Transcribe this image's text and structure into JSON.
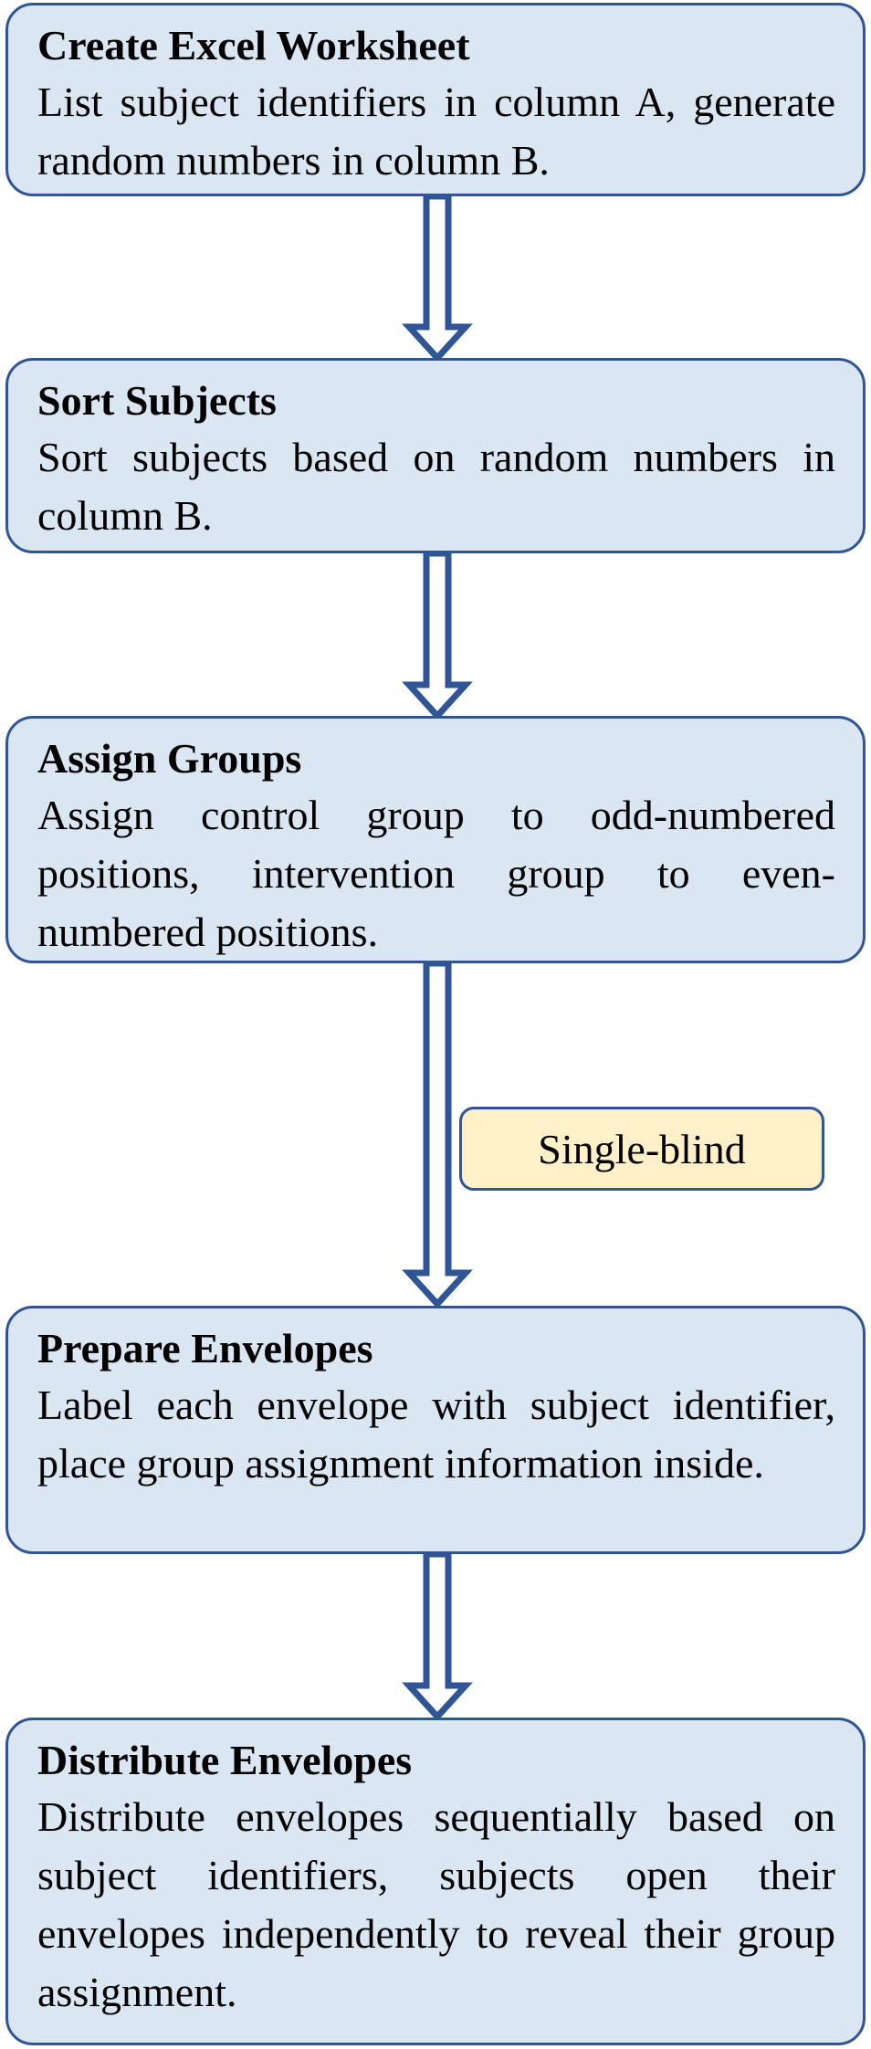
{
  "steps": [
    {
      "title": "Create Excel Worksheet",
      "description": "List subject identifiers in column A, generate random numbers in column B."
    },
    {
      "title": "Sort Subjects",
      "description": "Sort subjects based on random numbers in column B."
    },
    {
      "title": "Assign Groups",
      "description": "Assign control group to odd-numbered positions, intervention group to even-numbered positions."
    },
    {
      "title": "Prepare Envelopes",
      "description": "Label each envelope with subject identifier, place group assignment information inside."
    },
    {
      "title": "Distribute Envelopes",
      "description": "Distribute envelopes sequentially based on subject identifiers, subjects open their envelopes independently to reveal their group assignment."
    }
  ],
  "note": {
    "label": "Single-blind"
  },
  "colors": {
    "box_fill": "#dbe6f3",
    "box_border": "#2f5597",
    "note_fill": "#fff0c8",
    "arrow": "#2f5597"
  }
}
